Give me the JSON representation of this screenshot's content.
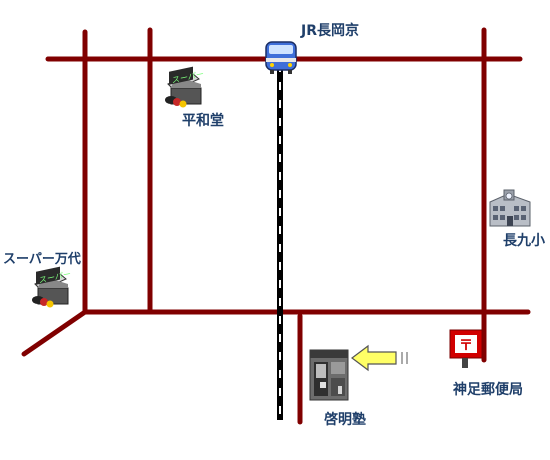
{
  "colors": {
    "road": "#800000",
    "rail": "#000000",
    "background": "#ffffff",
    "label_text": "#1f3f6a",
    "post_box": "#d10000",
    "arrow": "#ffff66",
    "train": "#3f6fd9"
  },
  "places": {
    "station": {
      "label": "JR長岡京",
      "icon": "train-icon"
    },
    "heiwado": {
      "label": "平和堂",
      "icon": "supermarket-icon",
      "sign": "スーパー"
    },
    "super_mandai": {
      "label": "スーパー万代",
      "icon": "supermarket-icon",
      "sign": "スーパー"
    },
    "school": {
      "label": "長九小",
      "icon": "school-building-icon"
    },
    "post_office": {
      "label": "神足郵便局",
      "icon": "post-box-icon",
      "sign": "〒"
    },
    "keimeijuku": {
      "label": "啓明塾",
      "icon": "building-photo-icon"
    },
    "pointer": {
      "icon": "arrow-left-icon"
    }
  }
}
